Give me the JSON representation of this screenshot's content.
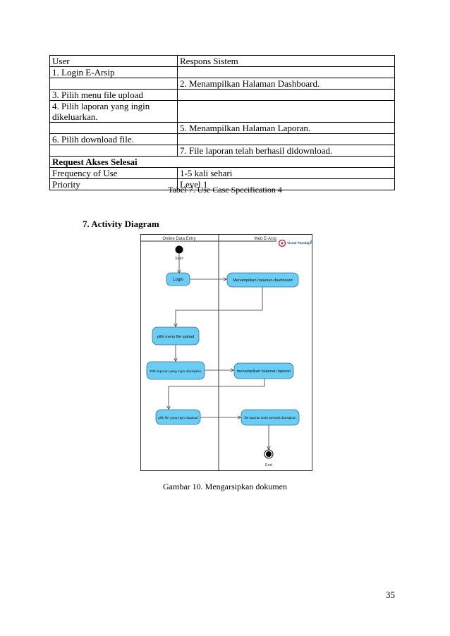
{
  "table": {
    "header": [
      "User",
      "Respons Sistem"
    ],
    "rows": [
      [
        "1. Login E-Arsip",
        ""
      ],
      [
        "",
        "2. Menampilkan Halaman Dashboard."
      ],
      [
        "3. Pilih menu file upload",
        ""
      ],
      [
        "4. Pilih laporan yang ingin dikeluarkan.",
        ""
      ],
      [
        "",
        "5. Menampilkan Halaman Laporan."
      ],
      [
        "6. Pilih download file.",
        ""
      ],
      [
        "",
        "7. File laporan telah berhasil didownload."
      ]
    ],
    "section_row": "Request Akses Selesai",
    "footer_rows": [
      [
        "Frequency of Use",
        "1-5 kali sehari"
      ],
      [
        "Priority",
        "Level 1"
      ]
    ]
  },
  "table_caption": "Tabel 7. Use Case Specification 4",
  "section_heading": "7. Activity Diagram",
  "diagram": {
    "lane_left": "Online Data Entry",
    "lane_right": "Web E-Arsip",
    "watermark": "Visual Paradigm",
    "start_label": "Start",
    "end_label": "End",
    "nodes": {
      "login": "Login",
      "dashboard": "Menampilkan halaman dashboard",
      "menu_upload": "pilih menu file upload",
      "pilih_laporan": "Pilih laporan yang ingin diarsipkan",
      "halaman_laporan": "menampilkan halaman laporan",
      "pilih_file": "pilih file yang ingin diupload",
      "berhasil": "file laporan telah berhasil diarsipkan"
    },
    "colors": {
      "node_fill": "#6ccdf4",
      "node_stroke": "#2c6f9c"
    }
  },
  "figure_caption": "Gambar 10. Mengarsipkan dokumen",
  "page_number": "35"
}
